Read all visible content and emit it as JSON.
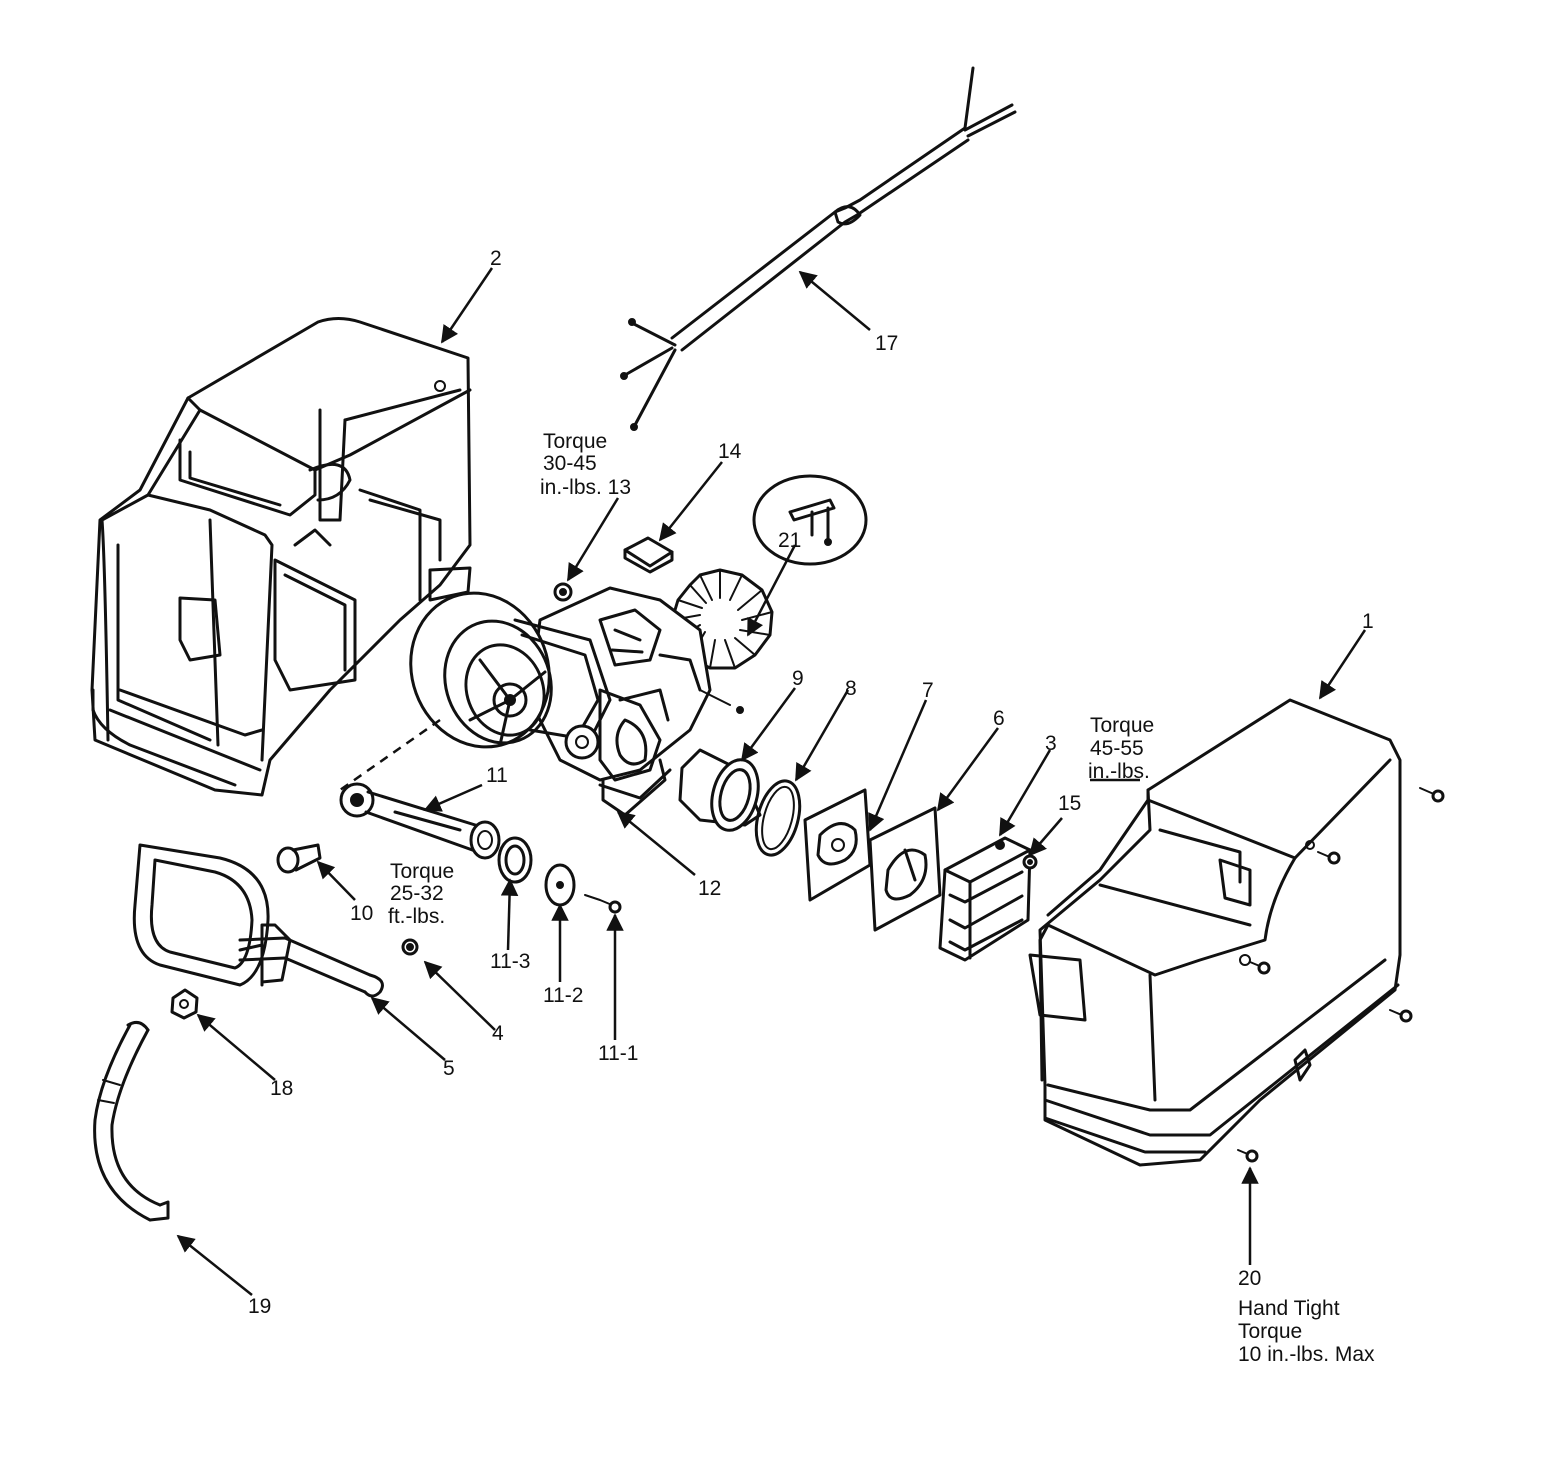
{
  "callouts": {
    "c1": "1",
    "c2": "2",
    "c3": "3",
    "c4": "4",
    "c5": "5",
    "c6": "6",
    "c7": "7",
    "c8": "8",
    "c9": "9",
    "c10": "10",
    "c11": "11",
    "c11_1": "11-1",
    "c11_2": "11-2",
    "c11_3": "11-3",
    "c12": "12",
    "c14": "14",
    "c15": "15",
    "c17": "17",
    "c18": "18",
    "c19": "19",
    "c20": "20",
    "c21": "21"
  },
  "notes": {
    "torque13": [
      "Torque",
      "30-45",
      "in.-lbs. 13"
    ],
    "torque_cover": [
      "Torque",
      "45-55",
      "in.-lbs."
    ],
    "torque_rod": [
      "Torque",
      "25-32",
      "ft.-lbs."
    ],
    "hand_tight": [
      "Hand Tight",
      "Torque",
      "10 in.-lbs. Max"
    ]
  }
}
